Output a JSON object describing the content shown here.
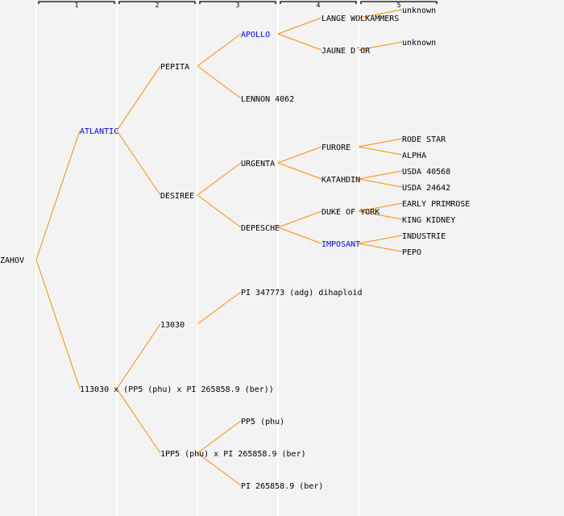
{
  "generations": [
    "1",
    "2",
    "3",
    "4",
    "5"
  ],
  "colors": {
    "line": "#ff8c00",
    "highlight": "#0000ff",
    "text": "#000000",
    "background": "#f3f3f3"
  },
  "tree": {
    "label": "ZAHOV",
    "highlight": false,
    "children": [
      {
        "label": "ATLANTIC",
        "highlight": true,
        "children": [
          {
            "label": "PEPITA",
            "highlight": false,
            "children": [
              {
                "label": "APOLLO",
                "highlight": true,
                "children": [
                  {
                    "label": "LANGE WOLKAMMERS",
                    "highlight": false,
                    "children": [
                      {
                        "label": "unknown",
                        "highlight": false,
                        "children": []
                      }
                    ]
                  },
                  {
                    "label": "JAUNE D´OR",
                    "highlight": false,
                    "children": [
                      {
                        "label": "unknown",
                        "highlight": false,
                        "children": []
                      }
                    ]
                  }
                ]
              },
              {
                "label": "LENNON 4062",
                "highlight": false,
                "children": []
              }
            ]
          },
          {
            "label": "DESIREE",
            "highlight": false,
            "children": [
              {
                "label": "URGENTA",
                "highlight": false,
                "children": [
                  {
                    "label": "FURORE",
                    "highlight": false,
                    "children": [
                      {
                        "label": "RODE STAR",
                        "highlight": false,
                        "children": []
                      },
                      {
                        "label": "ALPHA",
                        "highlight": false,
                        "children": []
                      }
                    ]
                  },
                  {
                    "label": "KATAHDIN",
                    "highlight": false,
                    "children": [
                      {
                        "label": "USDA 40568",
                        "highlight": false,
                        "children": []
                      },
                      {
                        "label": "USDA 24642",
                        "highlight": false,
                        "children": []
                      }
                    ]
                  }
                ]
              },
              {
                "label": "DEPESCHE",
                "highlight": false,
                "children": [
                  {
                    "label": "DUKE OF YORK",
                    "highlight": false,
                    "children": [
                      {
                        "label": "EARLY PRIMROSE",
                        "highlight": false,
                        "children": []
                      },
                      {
                        "label": "KING KIDNEY",
                        "highlight": false,
                        "children": []
                      }
                    ]
                  },
                  {
                    "label": "IMPOSANT",
                    "highlight": true,
                    "children": [
                      {
                        "label": "INDUSTRIE",
                        "highlight": false,
                        "children": []
                      },
                      {
                        "label": "PEPO",
                        "highlight": false,
                        "children": []
                      }
                    ]
                  }
                ]
              }
            ]
          }
        ]
      },
      {
        "label": "113030 x (PP5 (phu) x PI 265858.9 (ber))",
        "highlight": false,
        "children": [
          {
            "label": "13030",
            "highlight": false,
            "children": [
              {
                "label": "PI 347773 (adg) dihaploid",
                "highlight": false,
                "children": []
              }
            ]
          },
          {
            "label": "1PP5 (phu) x PI 265858.9 (ber)",
            "highlight": false,
            "children": [
              {
                "label": "PP5 (phu)",
                "highlight": false,
                "children": []
              },
              {
                "label": "PI 265858.9 (ber)",
                "highlight": false,
                "children": []
              }
            ]
          }
        ]
      }
    ]
  }
}
